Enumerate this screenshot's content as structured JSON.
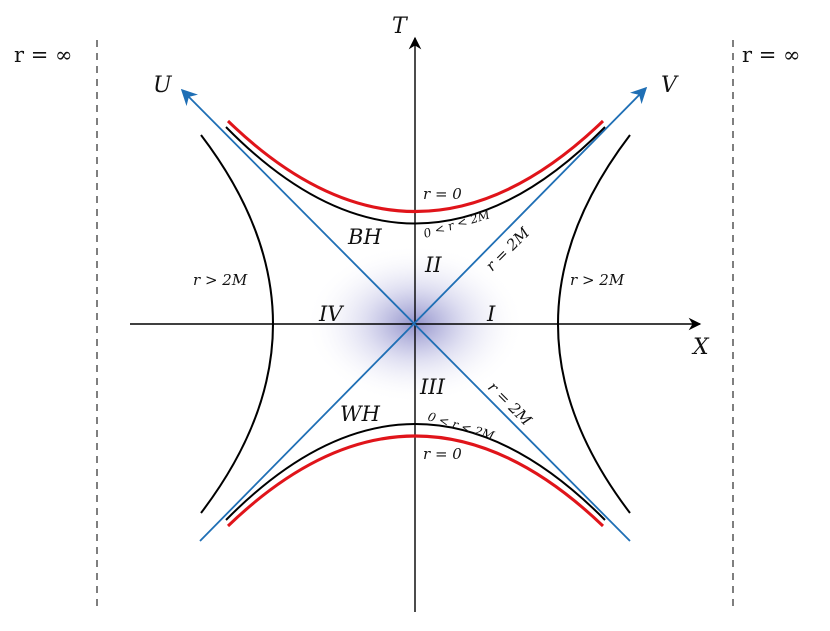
{
  "labels": {
    "left_infinity": "r = ∞",
    "right_infinity": "r = ∞",
    "t_axis": "T",
    "x_axis": "X",
    "u_axis": "U",
    "v_axis": "V",
    "singularity_top": "r = 0",
    "singularity_bottom": "r = 0",
    "inner_top": "0 < r < 2M",
    "inner_bottom": "0 < r < 2M",
    "horizon_upper": "r = 2M",
    "horizon_lower": "r = 2M",
    "outer_left": "r > 2M",
    "outer_right": "r > 2M",
    "black_hole": "BH",
    "white_hole": "WH",
    "region_1": "I",
    "region_2": "II",
    "region_3": "III",
    "region_4": "IV"
  },
  "colors": {
    "axes": "#000000",
    "null_lines": "#1f6fb5",
    "singularity": "#e0141a",
    "hyperbola": "#000000",
    "boundary_dashed": "#555555",
    "origin_glow": "#3a3aa0"
  }
}
